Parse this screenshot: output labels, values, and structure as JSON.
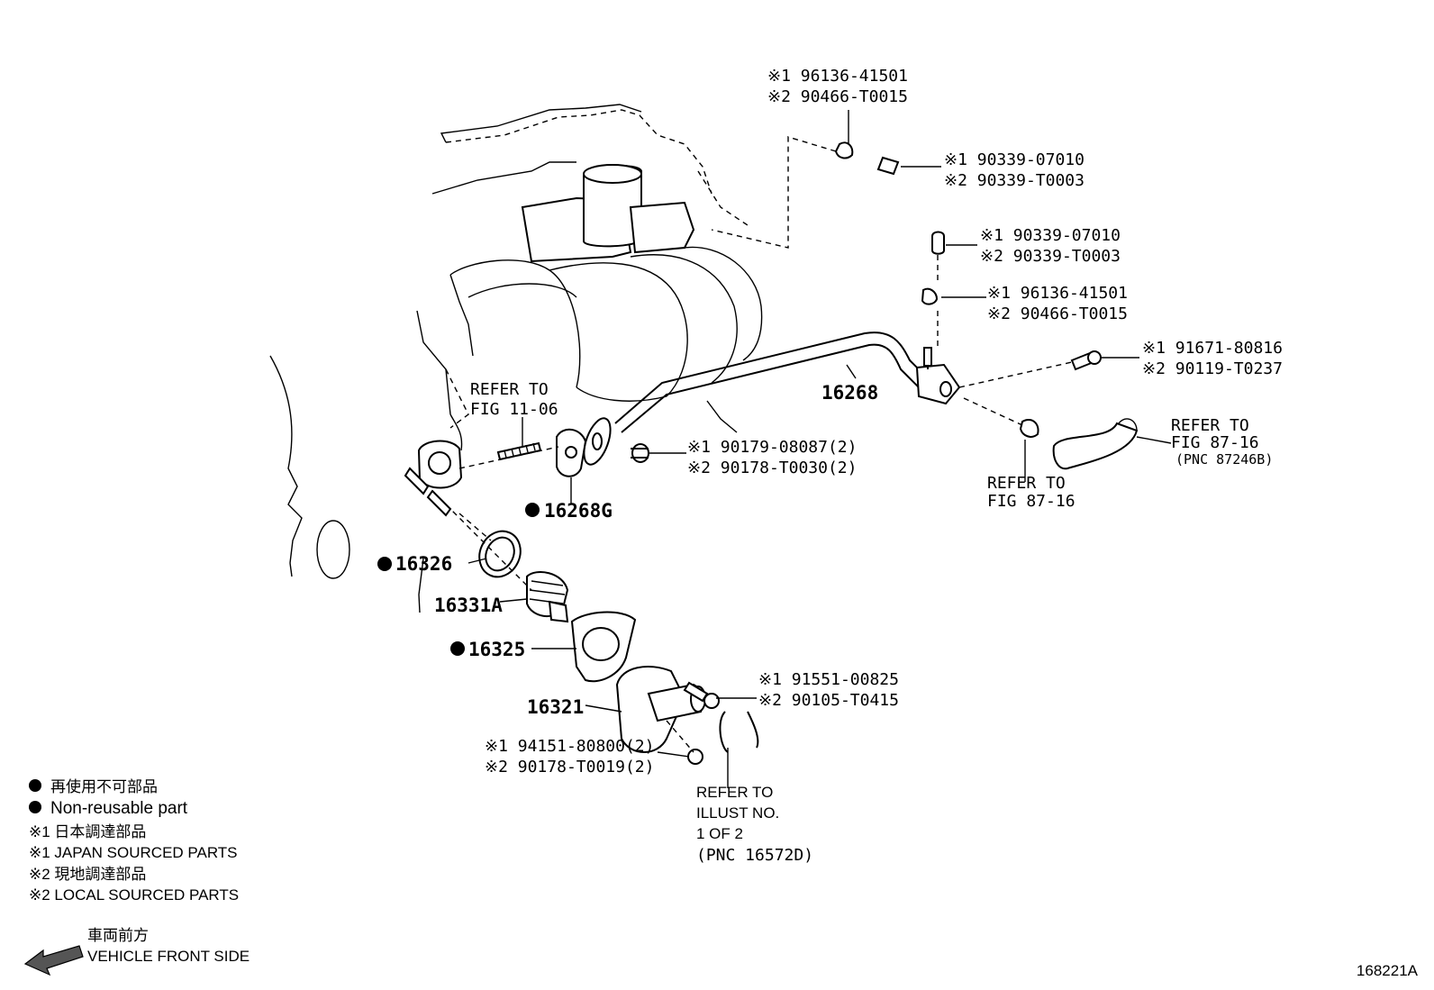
{
  "diagram_id": "168221A",
  "callouts": {
    "c1_a": "※1 96136-41501",
    "c1_b": "※2 90466-T0015",
    "c2_a": "※1 90339-07010",
    "c2_b": "※2 90339-T0003",
    "c3_a": "※1 90339-07010",
    "c3_b": "※2 90339-T0003",
    "c4_a": "※1 96136-41501",
    "c4_b": "※2 90466-T0015",
    "c5_a": "※1 91671-80816",
    "c5_b": "※2 90119-T0237",
    "c6_a": "※1 90179-08087(2)",
    "c6_b": "※2 90178-T0030(2)",
    "c7_a": "※1 91551-00825",
    "c7_b": "※2 90105-T0415",
    "c8_a": "※1 94151-80800(2)",
    "c8_b": "※2 90178-T0019(2)"
  },
  "parts": {
    "p16268": "16268",
    "p16268g": "16268G",
    "p16326": "16326",
    "p16331a": "16331A",
    "p16325": "16325",
    "p16321": "16321"
  },
  "refs": {
    "r1_a": "REFER TO",
    "r1_b": "FIG 11-06",
    "r2_a": "REFER TO",
    "r2_b": "FIG 87-16",
    "r2_c": "(PNC 87246B)",
    "r3_a": "REFER TO",
    "r3_b": "FIG 87-16",
    "r4_a": "REFER TO",
    "r4_b": "ILLUST NO.",
    "r4_c": "1 OF 2",
    "r4_d": "(PNC 16572D)"
  },
  "legend": {
    "nonreuse_jp": "再使用不可部品",
    "nonreuse_en": "Non-reusable part",
    "japan_jp": "※1 日本調達部品",
    "japan_en": "※1 JAPAN SOURCED PARTS",
    "local_jp": "※2 現地調達部品",
    "local_en": "※2 LOCAL SOURCED PARTS",
    "front_jp": "車両前方",
    "front_en": "VEHICLE FRONT SIDE"
  }
}
